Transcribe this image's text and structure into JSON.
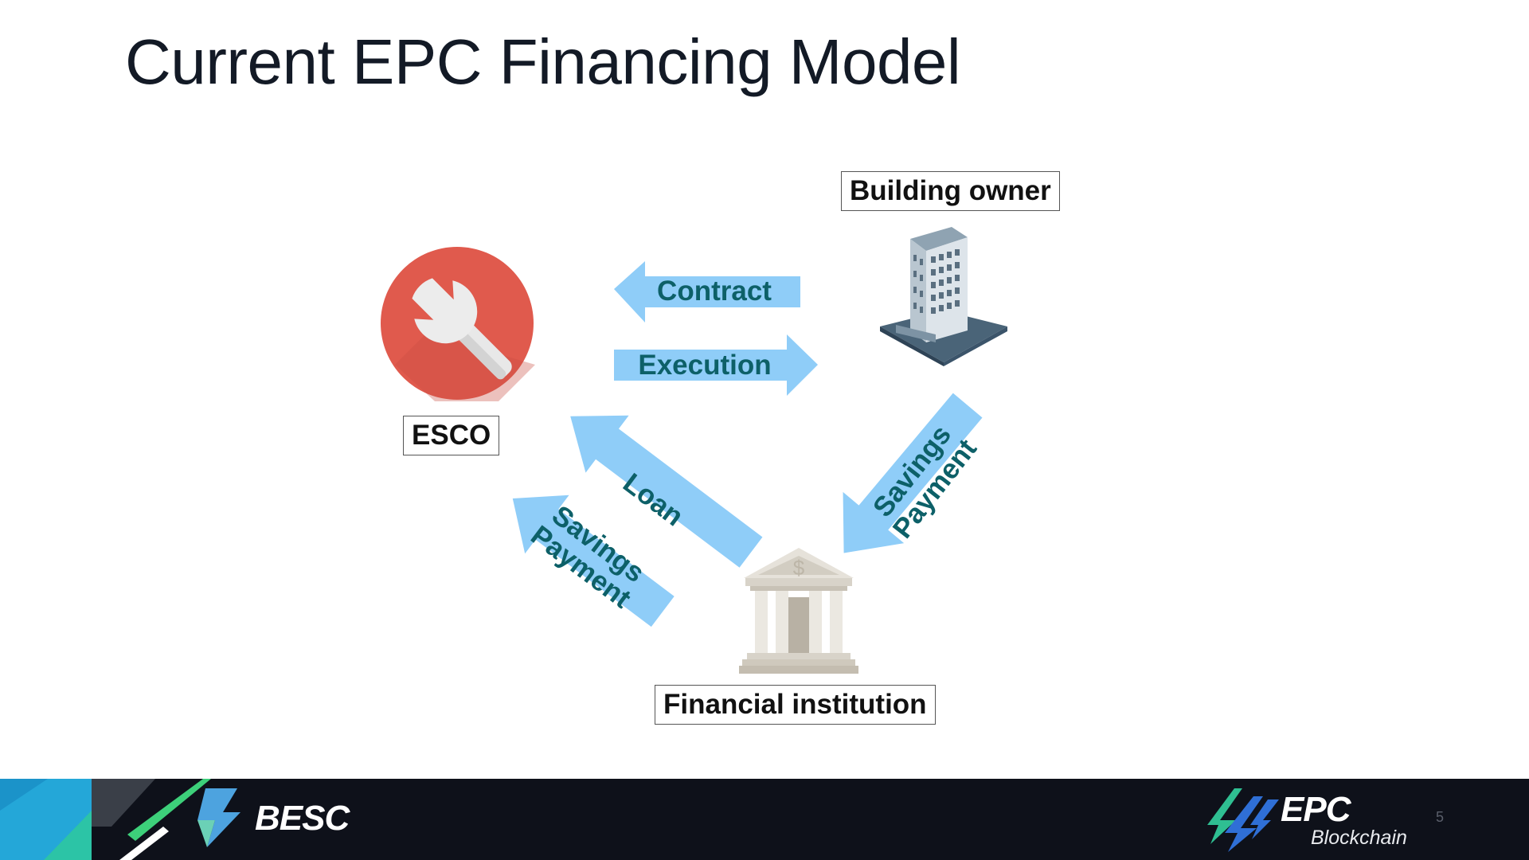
{
  "slide": {
    "title": "Current EPC Financing Model",
    "page_number": "5"
  },
  "nodes": {
    "building_owner": {
      "label": "Building owner",
      "icon": "office-building-icon"
    },
    "esco": {
      "label": "ESCO",
      "icon": "wrench-icon"
    },
    "financial_institution": {
      "label": "Financial institution",
      "icon": "bank-icon"
    }
  },
  "flows": {
    "contract": "Contract",
    "execution": "Execution",
    "loan": "Loan",
    "savings_payment_to_bank": [
      "Savings",
      "Payment"
    ],
    "savings_payment_to_esco": [
      "Savings",
      "Payment"
    ]
  },
  "footer": {
    "left_logo": "BESC",
    "right_logo_main": "EPC",
    "right_logo_sub": "Blockchain"
  },
  "colors": {
    "arrow_fill": "#8fcdf8",
    "arrow_text": "#0d6068",
    "wrench_circle": "#e05a4d",
    "footer_bg": "#0e111a"
  }
}
